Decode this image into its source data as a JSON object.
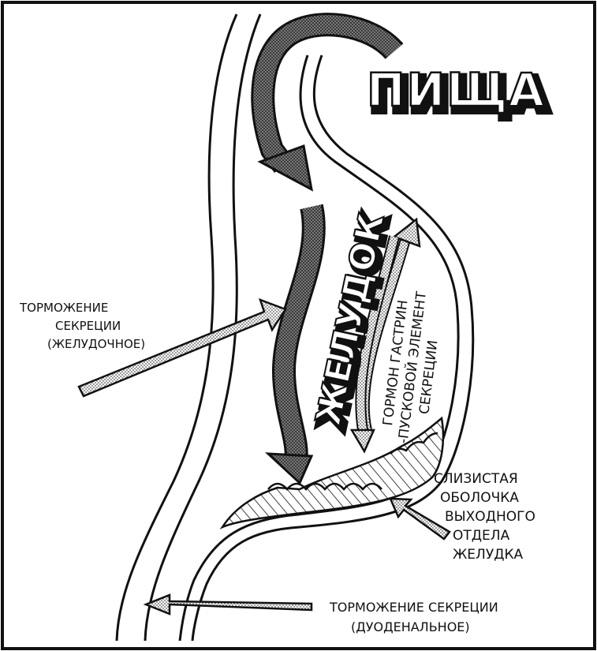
{
  "labels": {
    "food": "ПИЩА",
    "stomach": "ЖЕЛУДОК",
    "gastrin_line1": "ГОРМОН ГАСТРИН",
    "gastrin_line2": "-ПУСКОВОЙ ЭЛЕМЕНТ",
    "gastrin_line3": "СЕКРЕЦИИ",
    "gastric_inhibition_line1": "ТОРМОЖЕНИЕ",
    "gastric_inhibition_line2": "СЕКРЕЦИИ",
    "gastric_inhibition_line3": "(ЖЕЛУДОЧНОЕ)",
    "mucosa_line1": "СЛИЗИСТАЯ",
    "mucosa_line2": "ОБОЛОЧКА",
    "mucosa_line3": "ВЫХОДНОГО",
    "mucosa_line4": "ОТДЕЛА",
    "mucosa_line5": "ЖЕЛУДКА",
    "duodenal_inhibition_line1": "ТОРМОЖЕНИЕ СЕКРЕЦИИ",
    "duodenal_inhibition_line2": "(ДУОДЕНАЛЬНОЕ)"
  },
  "colors": {
    "ink": "#111111",
    "paper": "#ffffff",
    "stipple": "#9a9a9a"
  }
}
